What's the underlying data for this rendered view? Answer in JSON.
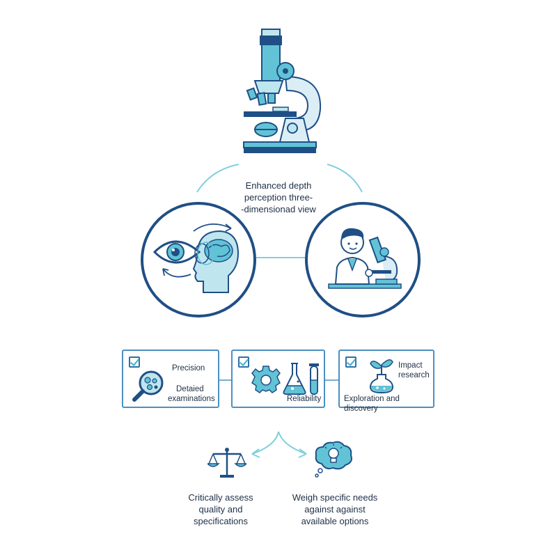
{
  "center_label": {
    "line1": "Enhanced depth",
    "line2": "perception three-",
    "line3": "-dimensionad view"
  },
  "cards": [
    {
      "name": "precision",
      "label1": "Precision",
      "label2": "Detaied",
      "label3": "examinations",
      "icon": "magnifier-cells-icon"
    },
    {
      "name": "reliability",
      "label1": "Reliability",
      "icon": "gear-flask-icon"
    },
    {
      "name": "impact",
      "label1": "Impact",
      "label2": "research",
      "label3": "Exploration and discovery",
      "icon": "plant-flask-icon"
    }
  ],
  "bottom": {
    "left": {
      "line1": "Critically assess",
      "line2": "quality and",
      "line3": "specifications",
      "icon": "scale-icon"
    },
    "right": {
      "line1": "Weigh specific needs",
      "line2": "against against",
      "line3": "available options",
      "icon": "lightbulb-thought-icon"
    }
  },
  "colors": {
    "navy": "#1f4f85",
    "teal": "#62c3d6",
    "light_teal": "#bfe6ee",
    "border_blue": "#4a8fc4"
  }
}
